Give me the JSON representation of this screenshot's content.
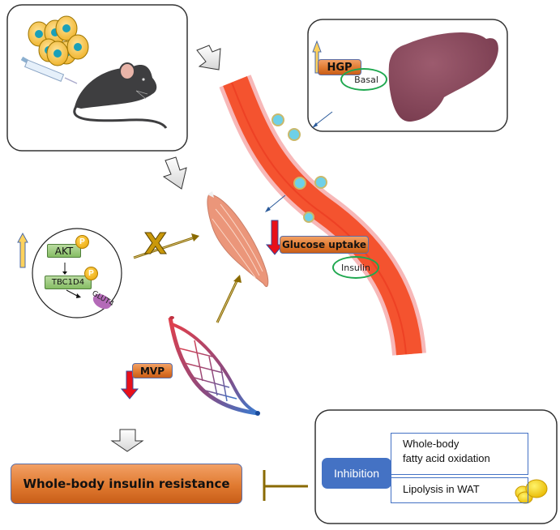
{
  "panels": {
    "injection": {
      "description": "tumor cells injected into mouse"
    },
    "liver": {
      "hgp_label": "HGP",
      "hgp_direction": "up",
      "condition_label": "Basal"
    },
    "muscle": {
      "glucose_uptake_label": "Glucose uptake",
      "glucose_uptake_direction": "down",
      "condition_label": "Insulin"
    },
    "signaling": {
      "direction": "up",
      "akt_label": "AKT",
      "tbc1d4_label": "TBC1D4",
      "phospho_label": "P",
      "glut4_label": "GLUT4",
      "blocked_marker": "X"
    },
    "microvasculature": {
      "mvp_label": "MVP",
      "mvp_direction": "down"
    },
    "outcome": {
      "label": "Whole-body insulin resistance"
    },
    "inhibition": {
      "badge_label": "Inhibition",
      "items": [
        "Whole-body fatty acid oxidation",
        "Lipolysis in WAT"
      ],
      "item1_line1": "Whole-body",
      "item1_line2": "fatty acid oxidation"
    }
  },
  "colors": {
    "orange_box": "#e07a30",
    "up_arrow": "#ffd25c",
    "down_arrow": "#e8101a",
    "oval_border": "#1fa84f",
    "vessel": "#f4532f",
    "vessel_wall": "#f7b8b8",
    "liver": "#8a4a5c",
    "muscle": "#eb967a",
    "gold_arrow": "#8a6a00",
    "inhibition_blue": "#4472c4"
  }
}
